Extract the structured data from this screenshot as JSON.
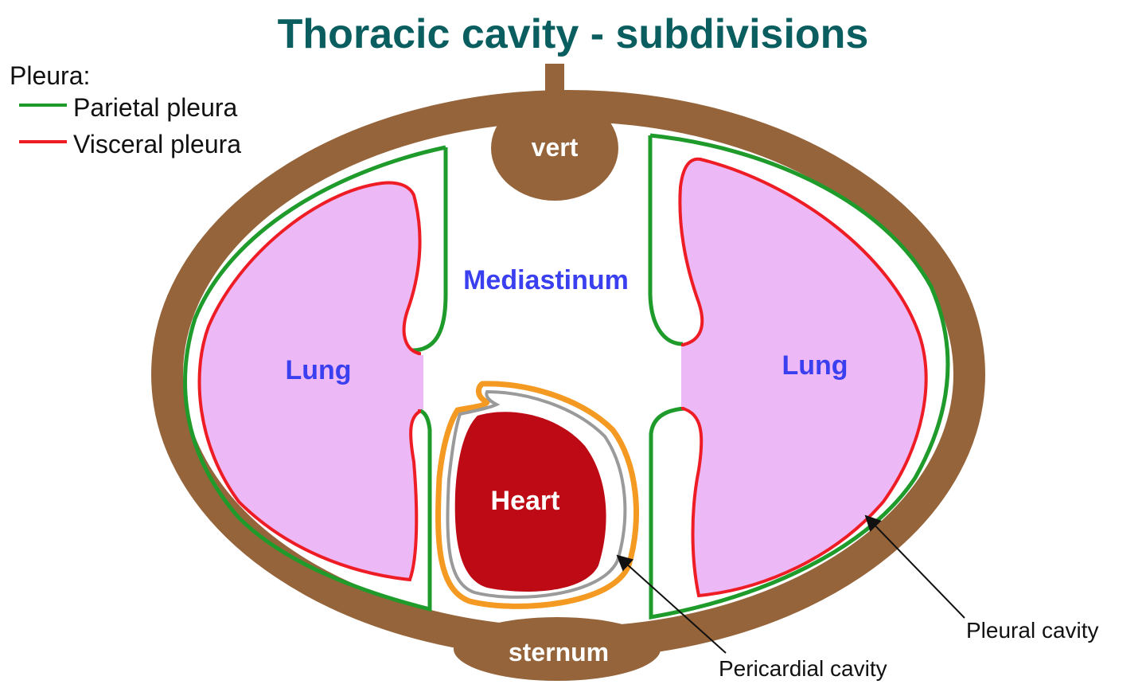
{
  "title": "Thoracic cavity - subdivisions",
  "legend": {
    "heading": "Pleura:",
    "items": [
      {
        "label": "Parietal pleura",
        "color": "#1e9b2a"
      },
      {
        "label": "Visceral pleura",
        "color": "#ee1c24"
      }
    ]
  },
  "labels": {
    "vert": "vert",
    "sternum": "sternum",
    "mediastinum": "Mediastinum",
    "lung_left": "Lung",
    "lung_right": "Lung",
    "heart": "Heart",
    "pericardial_cavity": "Pericardial cavity",
    "pleural_cavity": "Pleural cavity"
  },
  "colors": {
    "title": "#0b5e60",
    "body_wall": "#95643a",
    "lung_fill": "#ecb8f5",
    "heart_fill": "#be0a14",
    "pericardium_outer": "#f49a22",
    "pericardium_inner": "#9a9a9a",
    "region_text": "#3a3ff0",
    "bone_text": "#ffffff"
  }
}
